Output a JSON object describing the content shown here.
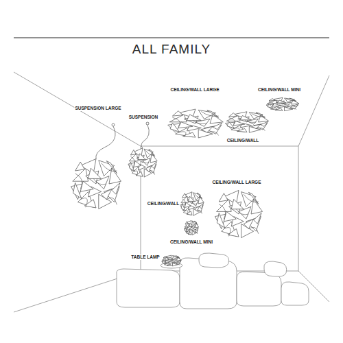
{
  "diagram": {
    "title": "ALL FAMILY",
    "labels": [
      "CEILING/WALL LARGE",
      "CEILING/WALL MINI",
      "SUSPENSION LARGE",
      "SUSPENSION",
      "CEILING/WALL",
      "CEILING/WALL LARGE",
      "CEILING/WALL",
      "CEILING/WALL MINI",
      "TABLE LAMP"
    ]
  }
}
